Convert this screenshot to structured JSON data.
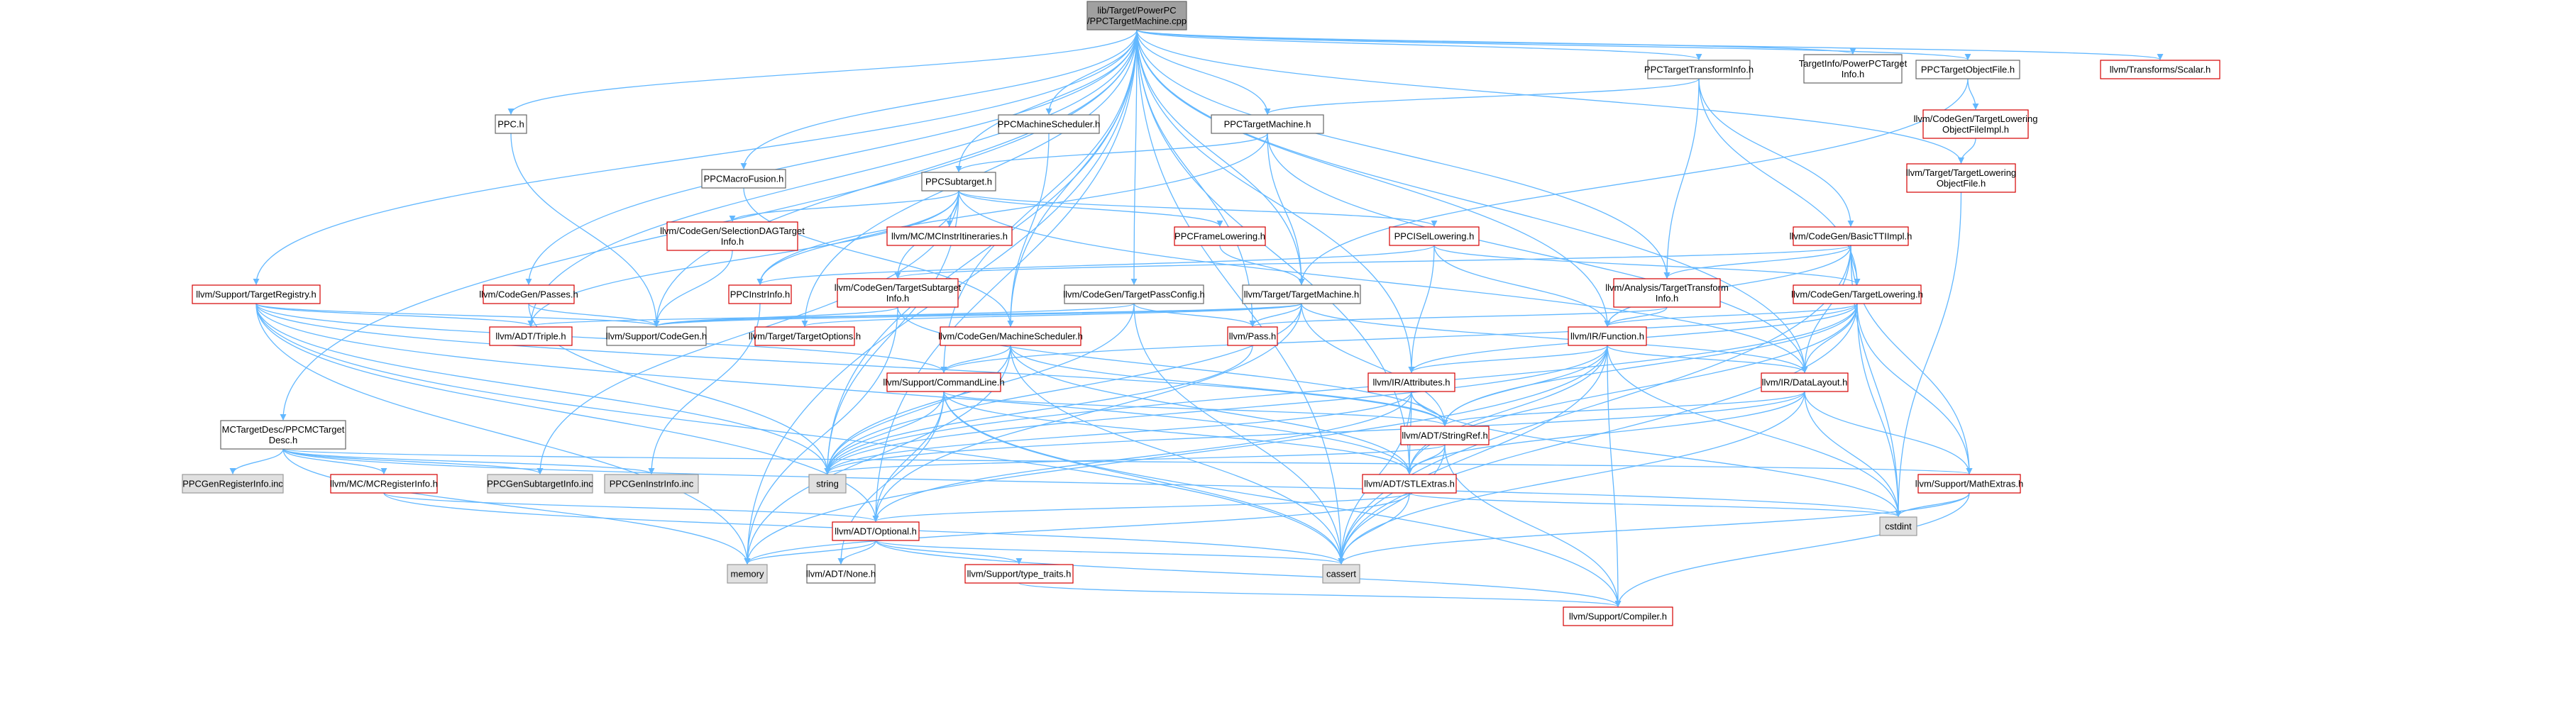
{
  "colors": {
    "edge": "#63b8ff",
    "red_border": "#d40000",
    "root_fill": "#a0a0a0",
    "ext_fill": "#e0e0e0"
  },
  "nodes": [
    {
      "id": "root",
      "style": "root",
      "lines": [
        "lib/Target/PowerPC",
        "/PPCTargetMachine.cpp"
      ]
    },
    {
      "id": "tti",
      "style": "plain",
      "lines": [
        "PPCTargetTransformInfo.h"
      ]
    },
    {
      "id": "tinfo",
      "style": "plain",
      "lines": [
        "TargetInfo/PowerPCTarget",
        "Info.h"
      ]
    },
    {
      "id": "tobj",
      "style": "plain",
      "lines": [
        "PPCTargetObjectFile.h"
      ]
    },
    {
      "id": "scalar",
      "style": "red",
      "lines": [
        "llvm/Transforms/Scalar.h"
      ]
    },
    {
      "id": "ppch",
      "style": "plain",
      "lines": [
        "PPC.h"
      ]
    },
    {
      "id": "sched",
      "style": "plain",
      "lines": [
        "PPCMachineScheduler.h"
      ]
    },
    {
      "id": "ptm",
      "style": "plain",
      "lines": [
        "PPCTargetMachine.h"
      ]
    },
    {
      "id": "tlofi",
      "style": "red",
      "lines": [
        "llvm/CodeGen/TargetLowering",
        "ObjectFileImpl.h"
      ]
    },
    {
      "id": "tlof",
      "style": "red",
      "lines": [
        "llvm/Target/TargetLowering",
        "ObjectFile.h"
      ]
    },
    {
      "id": "macro",
      "style": "plain",
      "lines": [
        "PPCMacroFusion.h"
      ]
    },
    {
      "id": "sub",
      "style": "plain",
      "lines": [
        "PPCSubtarget.h"
      ]
    },
    {
      "id": "seldag",
      "style": "red",
      "lines": [
        "llvm/CodeGen/SelectionDAGTarget",
        "Info.h"
      ]
    },
    {
      "id": "mcitin",
      "style": "red",
      "lines": [
        "llvm/MC/MCInstrItineraries.h"
      ]
    },
    {
      "id": "frame",
      "style": "red",
      "lines": [
        "PPCFrameLowering.h"
      ]
    },
    {
      "id": "isel",
      "style": "red",
      "lines": [
        "PPCISelLowering.h"
      ]
    },
    {
      "id": "btti",
      "style": "red",
      "lines": [
        "llvm/CodeGen/BasicTTIImpl.h"
      ]
    },
    {
      "id": "treg",
      "style": "red",
      "lines": [
        "llvm/Support/TargetRegistry.h"
      ]
    },
    {
      "id": "cgpass",
      "style": "red",
      "lines": [
        "llvm/CodeGen/Passes.h"
      ]
    },
    {
      "id": "instrinfo",
      "style": "red",
      "lines": [
        "PPCInstrInfo.h"
      ]
    },
    {
      "id": "tsub",
      "style": "red",
      "lines": [
        "llvm/CodeGen/TargetSubtarget",
        "Info.h"
      ]
    },
    {
      "id": "tpc",
      "style": "plain",
      "lines": [
        "llvm/CodeGen/TargetPassConfig.h"
      ]
    },
    {
      "id": "ttm",
      "style": "plain",
      "lines": [
        "llvm/Target/TargetMachine.h"
      ]
    },
    {
      "id": "atti",
      "style": "red",
      "lines": [
        "llvm/Analysis/TargetTransform",
        "Info.h"
      ]
    },
    {
      "id": "tl",
      "style": "red",
      "lines": [
        "llvm/CodeGen/TargetLowering.h"
      ]
    },
    {
      "id": "triple",
      "style": "red",
      "lines": [
        "llvm/ADT/Triple.h"
      ]
    },
    {
      "id": "codegen",
      "style": "plain",
      "lines": [
        "llvm/Support/CodeGen.h"
      ]
    },
    {
      "id": "topt",
      "style": "red",
      "lines": [
        "llvm/Target/TargetOptions.h"
      ]
    },
    {
      "id": "msched",
      "style": "red",
      "lines": [
        "llvm/CodeGen/MachineScheduler.h"
      ]
    },
    {
      "id": "pass",
      "style": "red",
      "lines": [
        "llvm/Pass.h"
      ]
    },
    {
      "id": "func",
      "style": "red",
      "lines": [
        "llvm/IR/Function.h"
      ]
    },
    {
      "id": "cmdline",
      "style": "red",
      "lines": [
        "llvm/Support/CommandLine.h"
      ]
    },
    {
      "id": "attr",
      "style": "red",
      "lines": [
        "llvm/IR/Attributes.h"
      ]
    },
    {
      "id": "dl",
      "style": "red",
      "lines": [
        "llvm/IR/DataLayout.h"
      ]
    },
    {
      "id": "mctd",
      "style": "plain",
      "lines": [
        "MCTargetDesc/PPCMCTarget",
        "Desc.h"
      ]
    },
    {
      "id": "sref",
      "style": "red",
      "lines": [
        "llvm/ADT/StringRef.h"
      ]
    },
    {
      "id": "reginc",
      "style": "gray",
      "lines": [
        "PPCGenRegisterInfo.inc"
      ]
    },
    {
      "id": "mcreg",
      "style": "red",
      "lines": [
        "llvm/MC/MCRegisterInfo.h"
      ]
    },
    {
      "id": "subinc",
      "style": "gray",
      "lines": [
        "PPCGenSubtargetInfo.inc"
      ]
    },
    {
      "id": "instinc",
      "style": "gray",
      "lines": [
        "PPCGenInstrInfo.inc"
      ]
    },
    {
      "id": "string",
      "style": "gray",
      "lines": [
        "string"
      ]
    },
    {
      "id": "stl",
      "style": "red",
      "lines": [
        "llvm/ADT/STLExtras.h"
      ]
    },
    {
      "id": "math",
      "style": "red",
      "lines": [
        "llvm/Support/MathExtras.h"
      ]
    },
    {
      "id": "cstdint",
      "style": "gray",
      "lines": [
        "cstdint"
      ]
    },
    {
      "id": "opt",
      "style": "red",
      "lines": [
        "llvm/ADT/Optional.h"
      ]
    },
    {
      "id": "memory",
      "style": "gray",
      "lines": [
        "memory"
      ]
    },
    {
      "id": "none",
      "style": "plain",
      "lines": [
        "llvm/ADT/None.h"
      ]
    },
    {
      "id": "ttraits",
      "style": "red",
      "lines": [
        "llvm/Support/type_traits.h"
      ]
    },
    {
      "id": "cassert",
      "style": "gray",
      "lines": [
        "cassert"
      ]
    },
    {
      "id": "compiler",
      "style": "red",
      "lines": [
        "llvm/Support/Compiler.h"
      ]
    }
  ],
  "edges": [
    [
      "root",
      "tti"
    ],
    [
      "root",
      "tinfo"
    ],
    [
      "root",
      "tobj"
    ],
    [
      "root",
      "scalar"
    ],
    [
      "root",
      "ppch"
    ],
    [
      "root",
      "sched"
    ],
    [
      "root",
      "ptm"
    ],
    [
      "root",
      "macro"
    ],
    [
      "root",
      "sub"
    ],
    [
      "root",
      "tlof"
    ],
    [
      "root",
      "treg"
    ],
    [
      "root",
      "cgpass"
    ],
    [
      "root",
      "tpc"
    ],
    [
      "root",
      "atti"
    ],
    [
      "root",
      "triple"
    ],
    [
      "root",
      "codegen"
    ],
    [
      "root",
      "msched"
    ],
    [
      "root",
      "pass"
    ],
    [
      "root",
      "func"
    ],
    [
      "root",
      "attr"
    ],
    [
      "root",
      "dl"
    ],
    [
      "root",
      "mctd"
    ],
    [
      "root",
      "cmdline"
    ],
    [
      "root",
      "string"
    ],
    [
      "root",
      "stl"
    ],
    [
      "root",
      "opt"
    ],
    [
      "root",
      "memory"
    ],
    [
      "root",
      "cassert"
    ],
    [
      "root",
      "ttm"
    ],
    [
      "root",
      "topt"
    ],
    [
      "tti",
      "ptm"
    ],
    [
      "tti",
      "btti"
    ],
    [
      "tti",
      "atti"
    ],
    [
      "tti",
      "tl"
    ],
    [
      "tobj",
      "tlofi"
    ],
    [
      "tobj",
      "ttm"
    ],
    [
      "tlofi",
      "tlof"
    ],
    [
      "tlof",
      "cstdint"
    ],
    [
      "ppch",
      "codegen"
    ],
    [
      "sched",
      "msched"
    ],
    [
      "ptm",
      "sub"
    ],
    [
      "ptm",
      "instrinfo"
    ],
    [
      "ptm",
      "ttm"
    ],
    [
      "ptm",
      "dl"
    ],
    [
      "macro",
      "msched"
    ],
    [
      "sub",
      "seldag"
    ],
    [
      "sub",
      "mcitin"
    ],
    [
      "sub",
      "frame"
    ],
    [
      "sub",
      "isel"
    ],
    [
      "sub",
      "instrinfo"
    ],
    [
      "sub",
      "tsub"
    ],
    [
      "sub",
      "subinc"
    ],
    [
      "sub",
      "string"
    ],
    [
      "sub",
      "dl"
    ],
    [
      "sub",
      "triple"
    ],
    [
      "seldag",
      "codegen"
    ],
    [
      "frame",
      "ttm"
    ],
    [
      "isel",
      "tl"
    ],
    [
      "isel",
      "func"
    ],
    [
      "isel",
      "attr"
    ],
    [
      "isel",
      "instrinfo"
    ],
    [
      "btti",
      "atti"
    ],
    [
      "btti",
      "tl"
    ],
    [
      "btti",
      "tsub"
    ],
    [
      "btti",
      "dl"
    ],
    [
      "btti",
      "math"
    ],
    [
      "btti",
      "cstdint"
    ],
    [
      "btti",
      "cassert"
    ],
    [
      "btti",
      "func"
    ],
    [
      "treg",
      "triple"
    ],
    [
      "treg",
      "codegen"
    ],
    [
      "treg",
      "cmdline"
    ],
    [
      "treg",
      "sref"
    ],
    [
      "treg",
      "opt"
    ],
    [
      "treg",
      "string"
    ],
    [
      "treg",
      "memory"
    ],
    [
      "treg",
      "cassert"
    ],
    [
      "treg",
      "stl"
    ],
    [
      "cgpass",
      "codegen"
    ],
    [
      "cgpass",
      "string"
    ],
    [
      "instrinfo",
      "instinc"
    ],
    [
      "tsub",
      "codegen"
    ],
    [
      "tsub",
      "sref"
    ],
    [
      "tsub",
      "memory"
    ],
    [
      "tpc",
      "pass"
    ],
    [
      "tpc",
      "codegen"
    ],
    [
      "tpc",
      "string"
    ],
    [
      "tpc",
      "cassert"
    ],
    [
      "ttm",
      "triple"
    ],
    [
      "ttm",
      "codegen"
    ],
    [
      "ttm",
      "topt"
    ],
    [
      "ttm",
      "pass"
    ],
    [
      "ttm",
      "sref"
    ],
    [
      "ttm",
      "dl"
    ],
    [
      "ttm",
      "string"
    ],
    [
      "ttm",
      "opt"
    ],
    [
      "atti",
      "pass"
    ],
    [
      "atti",
      "func"
    ],
    [
      "tl",
      "dl"
    ],
    [
      "tl",
      "attr"
    ],
    [
      "tl",
      "func"
    ],
    [
      "tl",
      "sref"
    ],
    [
      "tl",
      "stl"
    ],
    [
      "tl",
      "cmdline"
    ],
    [
      "tl",
      "string"
    ],
    [
      "tl",
      "cstdint"
    ],
    [
      "tl",
      "cassert"
    ],
    [
      "tl",
      "math"
    ],
    [
      "msched",
      "cmdline"
    ],
    [
      "msched",
      "stl"
    ],
    [
      "msched",
      "sref"
    ],
    [
      "msched",
      "memory"
    ],
    [
      "msched",
      "string"
    ],
    [
      "msched",
      "cassert"
    ],
    [
      "pass",
      "string"
    ],
    [
      "func",
      "attr"
    ],
    [
      "func",
      "dl"
    ],
    [
      "func",
      "sref"
    ],
    [
      "func",
      "string"
    ],
    [
      "func",
      "cstdint"
    ],
    [
      "func",
      "cassert"
    ],
    [
      "func",
      "memory"
    ],
    [
      "func",
      "compiler"
    ],
    [
      "func",
      "stl"
    ],
    [
      "cmdline",
      "sref"
    ],
    [
      "cmdline",
      "stl"
    ],
    [
      "cmdline",
      "opt"
    ],
    [
      "cmdline",
      "string"
    ],
    [
      "cmdline",
      "cassert"
    ],
    [
      "cmdline",
      "none"
    ],
    [
      "cmdline",
      "compiler"
    ],
    [
      "attr",
      "sref"
    ],
    [
      "attr",
      "opt"
    ],
    [
      "attr",
      "string"
    ],
    [
      "attr",
      "cassert"
    ],
    [
      "attr",
      "cstdint"
    ],
    [
      "attr",
      "stl"
    ],
    [
      "dl",
      "sref"
    ],
    [
      "dl",
      "math"
    ],
    [
      "dl",
      "cstdint"
    ],
    [
      "dl",
      "string"
    ],
    [
      "dl",
      "cassert"
    ],
    [
      "dl",
      "stl"
    ],
    [
      "mctd",
      "reginc"
    ],
    [
      "mctd",
      "mcreg"
    ],
    [
      "mctd",
      "subinc"
    ],
    [
      "mctd",
      "instinc"
    ],
    [
      "mctd",
      "memory"
    ],
    [
      "mctd",
      "cstdint"
    ],
    [
      "mctd",
      "math"
    ],
    [
      "sref",
      "stl"
    ],
    [
      "sref",
      "string"
    ],
    [
      "sref",
      "compiler"
    ],
    [
      "sref",
      "cassert"
    ],
    [
      "mcreg",
      "opt"
    ],
    [
      "mcreg",
      "cassert"
    ],
    [
      "stl",
      "opt"
    ],
    [
      "stl",
      "cstdint"
    ],
    [
      "stl",
      "cassert"
    ],
    [
      "stl",
      "memory"
    ],
    [
      "math",
      "compiler"
    ],
    [
      "math",
      "cstdint"
    ],
    [
      "math",
      "cassert"
    ],
    [
      "opt",
      "none"
    ],
    [
      "opt",
      "ttraits"
    ],
    [
      "opt",
      "memory"
    ],
    [
      "opt",
      "cassert"
    ],
    [
      "opt",
      "compiler"
    ],
    [
      "ttraits",
      "compiler"
    ]
  ]
}
